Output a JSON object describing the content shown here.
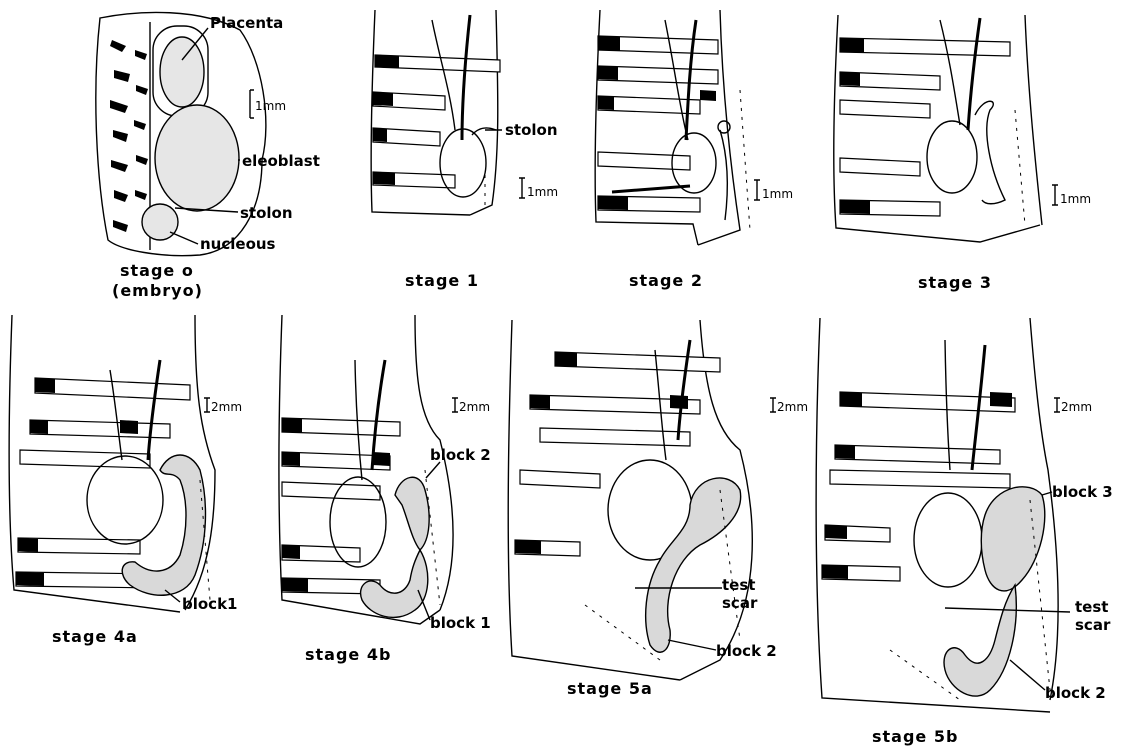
{
  "figure": {
    "stage0": {
      "caption": "stage o",
      "sub": "(embryo)",
      "placenta": "Placenta",
      "eleoblast": "eleoblast",
      "stolon": "stolon",
      "nucleous": "nucleous",
      "scale": "1mm"
    },
    "stage1": {
      "caption": "stage 1",
      "stolon": "stolon",
      "scale": "1mm"
    },
    "stage2": {
      "caption": "stage 2",
      "scale": "1mm"
    },
    "stage3": {
      "caption": "stage 3",
      "scale": "1mm"
    },
    "stage4a": {
      "caption": "stage 4a",
      "block": "block1",
      "scale": "2mm"
    },
    "stage4b": {
      "caption": "stage 4b",
      "block_a": "block 2",
      "block_b": "block 1",
      "scale": "2mm"
    },
    "stage5a": {
      "caption": "stage 5a",
      "test": "test",
      "scar": "scar",
      "block": "block 2",
      "scale": "2mm"
    },
    "stage5b": {
      "caption": "stage 5b",
      "block_a": "block 3",
      "test": "test",
      "scar": "scar",
      "block_b": "block 2",
      "scale": "2mm"
    }
  }
}
